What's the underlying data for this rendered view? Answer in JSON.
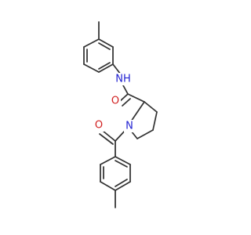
{
  "atoms": {
    "nh_label": "NH",
    "n_ring_label": "N",
    "o_amide_label": "O",
    "o_ketone_label": "O"
  },
  "colors": {
    "bond": "#333333",
    "nitrogen": "#1f1fd1",
    "oxygen": "#d11f1f",
    "background": "#ffffff"
  }
}
